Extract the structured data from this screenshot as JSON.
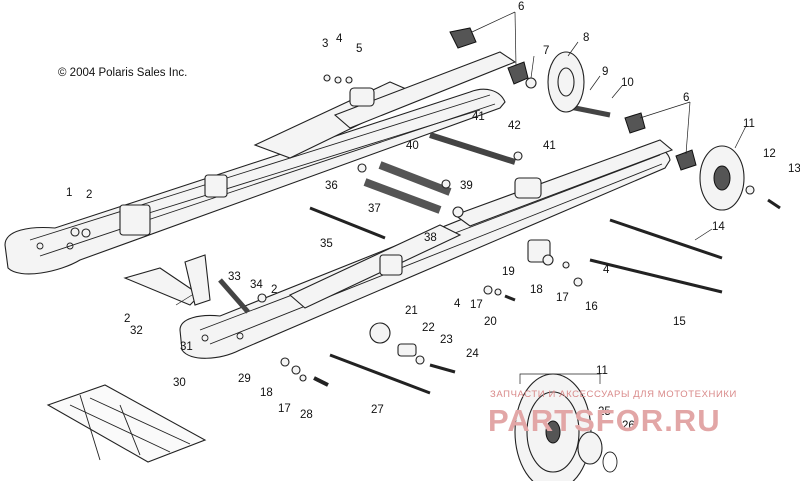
{
  "diagram": {
    "copyright": "© 2004 Polaris Sales Inc.",
    "watermark_top": "ЗАПЧАСТИ И АКСЕССУАРЫ ДЛЯ МОТОТЕХНИКИ",
    "watermark_brand": "PARTSFOR.RU",
    "callouts": {
      "c1": "1",
      "c2a": "2",
      "c2b": "2",
      "c2c": "2",
      "c3": "3",
      "c4a": "4",
      "c4b": "4",
      "c4c": "4",
      "c5": "5",
      "c6a": "6",
      "c6b": "6",
      "c7": "7",
      "c8": "8",
      "c9": "9",
      "c10": "10",
      "c11a": "11",
      "c11b": "11",
      "c12": "12",
      "c13": "13",
      "c14": "14",
      "c15": "15",
      "c16": "16",
      "c17a": "17",
      "c17b": "17",
      "c17c": "17",
      "c18a": "18",
      "c18b": "18",
      "c19": "19",
      "c20": "20",
      "c21": "21",
      "c22": "22",
      "c23": "23",
      "c24": "24",
      "c25": "25",
      "c26": "26",
      "c27": "27",
      "c28": "28",
      "c29": "29",
      "c30": "30",
      "c31": "31",
      "c32": "32",
      "c33": "33",
      "c34": "34",
      "c35": "35",
      "c36": "36",
      "c37": "37",
      "c38": "38",
      "c39": "39",
      "c40": "40",
      "c41a": "41",
      "c41b": "41",
      "c42": "42"
    }
  }
}
